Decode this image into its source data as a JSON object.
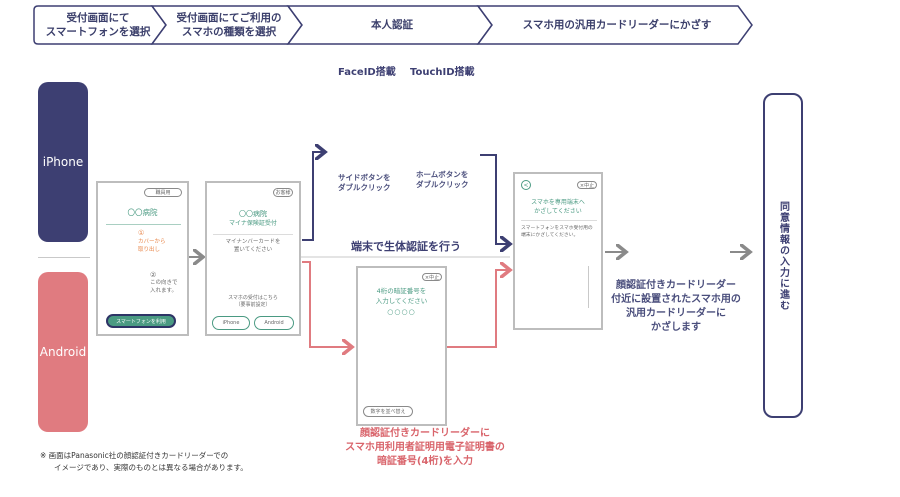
{
  "steps": [
    {
      "label_line1": "受付画面にて",
      "label_line2": "スマートフォンを選択"
    },
    {
      "label_line1": "受付画面にてご利用の",
      "label_line2": "スマホの種類を選択"
    },
    {
      "label_line1": "本人認証",
      "label_line2": ""
    },
    {
      "label_line1": "スマホ用の汎用カードリーダーにかざす",
      "label_line2": ""
    }
  ],
  "auth_types": {
    "faceid": "FaceID搭載",
    "touchid": "TouchID搭載"
  },
  "tabs": {
    "iphone": "iPhone",
    "android": "Android"
  },
  "screen1": {
    "badge": "職員用",
    "title": "〇〇病院",
    "step1_num": "①",
    "step1_text_l1": "カバーから",
    "step1_text_l2": "取り出し",
    "step2_num": "②",
    "step2_text_l1": "この向きで",
    "step2_text_l2": "入れます。",
    "button": "スマートフォンを利用"
  },
  "screen2": {
    "badge": "お客様",
    "title_l1": "〇〇病院",
    "title_l2": "マイナ保険証受付",
    "instruction_l1": "マイナンバーカードを",
    "instruction_l2": "置いてください",
    "smartphone_note_l1": "スマホの受付はこちら",
    "smartphone_note_l2": "（要事前設定）",
    "btn_iphone": "iPhone",
    "btn_android": "Android"
  },
  "biometric": {
    "side_button_l1": "サイドボタンを",
    "side_button_l2": "ダブルクリック",
    "home_button_l1": "ホームボタンを",
    "home_button_l2": "ダブルクリック",
    "heading": "端末で生体認証を行う"
  },
  "screen_pin": {
    "badge": "×中止",
    "title_l1": "4桁の暗証番号を",
    "title_l2": "入力してください",
    "dots": "○○○○",
    "button": "数字を並べ替え"
  },
  "pin_caption": {
    "l1": "顔認証付きカードリーダーに",
    "l2": "スマホ用利用者証明用電子証明書の",
    "l3": "暗証番号(4桁)を入力"
  },
  "screen_hold": {
    "back": "<",
    "badge": "×中止",
    "title_l1": "スマホを専用端末へ",
    "title_l2": "かざしてください",
    "body_l1": "スマートフォンをスマホ受付用の",
    "body_l2": "端末にかざしてください。"
  },
  "hold_caption": {
    "l1": "顔認証付きカードリーダー",
    "l2": "付近に設置されたスマホ用の",
    "l3": "汎用カードリーダーに",
    "l4": "かざします"
  },
  "final": {
    "label": "同意情報の入力に進む"
  },
  "footnote": {
    "l1": "※ 画面はPanasonic社の顔認証付きカードリーダーでの",
    "l2": "イメージであり、実際のものとは異なる場合があります。"
  },
  "colors": {
    "navy": "#3d3f72",
    "coral": "#e07b80",
    "green": "#4a9a82",
    "orange": "#e8874b",
    "gray": "#8a8a8a"
  }
}
